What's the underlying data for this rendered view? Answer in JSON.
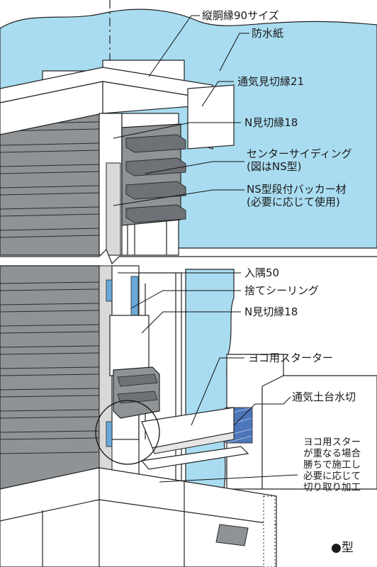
{
  "colors": {
    "membrane": "#a9dcf0",
    "siding": "#8f9396",
    "siding_dark": "#5a5e61",
    "trim": "#ffffff",
    "foam": "#d9d9d9",
    "sealant": "#6aa9d8",
    "backer_mesh": "#2f5fae"
  },
  "labels": {
    "coping_trim": "縦胴縁90サイズ",
    "waterproof_paper": "防水紙",
    "vent_trim": "通気見切縁21",
    "n_trim_top": "N見切縁18",
    "center_siding": "センターサイディング",
    "center_siding_note": "(図はNS型)",
    "backer": "NS型段付バッカー材",
    "backer_note": "(必要に応じて使用)",
    "inside_corner": "入隅50",
    "sealing": "捨てシーリング",
    "n_trim_bottom": "N見切縁18",
    "starter": "ヨコ用スターター",
    "vent_sill": "通気土台水切",
    "note_lines": [
      "ヨコ用スター",
      "が重なる場合",
      "勝ちで施工し",
      "必要に応じて",
      "切り取り加工"
    ],
    "footer_bullet": "●型"
  }
}
